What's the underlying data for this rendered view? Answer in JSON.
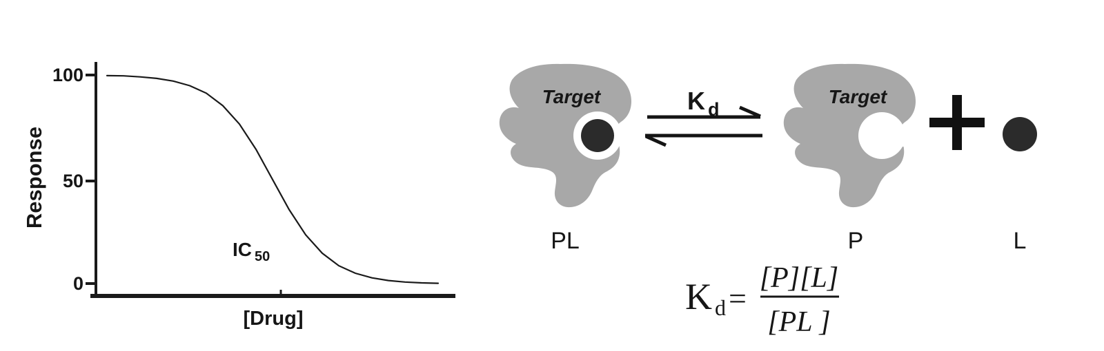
{
  "figure": {
    "background": "#ffffff",
    "ink_color": "#1a1a1a",
    "protein_color": "#a8a8a8",
    "ligand_color": "#2b2b2b",
    "pocket_color": "#ffffff"
  },
  "chart_data": {
    "type": "line",
    "title": "",
    "xlabel": "[Drug]",
    "ylabel": "Response",
    "yticks": [
      "100",
      "50",
      "0"
    ],
    "ylim": [
      0,
      100
    ],
    "x_axis": "unlabeled increasing drug concentration, tick at IC50 midpoint",
    "grid": false,
    "legend": "none",
    "annotation": {
      "main": "IC",
      "sub": "50"
    },
    "curve": {
      "name": "sigmoidal inhibition dose-response",
      "x": [
        0,
        0.05,
        0.1,
        0.15,
        0.2,
        0.25,
        0.3,
        0.35,
        0.4,
        0.45,
        0.5,
        0.55,
        0.6,
        0.65,
        0.7,
        0.75,
        0.8,
        0.85,
        0.9,
        0.95,
        1
      ],
      "response": [
        99.7,
        99.6,
        99.1,
        98.4,
        97.1,
        94.9,
        91.3,
        85.3,
        76.5,
        64.4,
        50,
        35.6,
        23.5,
        14.7,
        8.7,
        5.1,
        2.9,
        1.6,
        0.9,
        0.5,
        0.3
      ],
      "ic50_x_fraction": 0.52
    }
  },
  "reaction": {
    "protein_name": "Target",
    "equilibrium_constant": {
      "main": "K",
      "sub": "d"
    },
    "complex_label": "PL",
    "protein_label": "P",
    "ligand_label": "L",
    "plus_sign": "+",
    "equation": {
      "k": "K",
      "k_sub": "d",
      "equals": "=",
      "numerator": "[P][L]",
      "denominator": "[PL ]"
    }
  }
}
